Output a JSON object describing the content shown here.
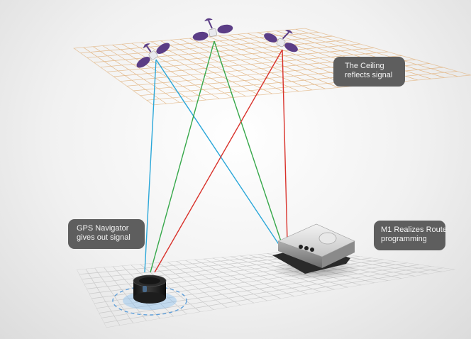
{
  "labels": {
    "ceiling": [
      "The Ceiling",
      "reflects signal"
    ],
    "navigator": [
      "GPS Navigator",
      "gives out signal"
    ],
    "robot": [
      "M1 Realizes Route",
      "programming"
    ]
  },
  "colors": {
    "ceiling_grid": "#e3b98a",
    "floor_grid": "#c9c9c9",
    "beam_blue": "#2aa7d9",
    "beam_green": "#36a84a",
    "beam_red": "#d9322b",
    "satellite_accent": "#5b3d86",
    "callout_bg": "#5e5e5e"
  },
  "icons": [
    "satellite-icon",
    "gps-navigator-icon",
    "robot-vacuum-icon"
  ]
}
